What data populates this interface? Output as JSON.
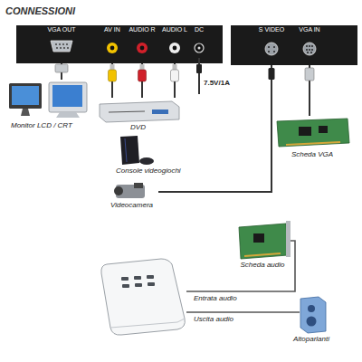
{
  "diagram": {
    "title": "CONNESSIONI",
    "nodes": [
      {
        "text": [
          "VGA OUT"
        ]
      },
      {
        "text": [
          "AV IN"
        ]
      },
      {
        "text": [
          "AUDIO R"
        ]
      },
      {
        "text": [
          "AUDIO L"
        ]
      },
      {
        "text": [
          "DC"
        ]
      },
      {
        "text": [
          "S VIDEO"
        ]
      },
      {
        "text": [
          "VGA IN"
        ]
      },
      {
        "text": [
          "Monitor LCD / CRT"
        ]
      },
      {
        "text": [
          "DVD"
        ]
      },
      {
        "text": [
          "Scheda VGA"
        ]
      },
      {
        "text": [
          "Console videogiochi"
        ]
      },
      {
        "text": [
          "Videocamera"
        ]
      },
      {
        "text": [
          "Scheda audio"
        ]
      },
      {
        "text": [
          "Altoparlanti"
        ]
      }
    ],
    "edges": [
      {
        "from": 0,
        "to": 7,
        "arrow": "none"
      },
      {
        "from": 1,
        "to": 8,
        "arrow": "none"
      },
      {
        "from": 2,
        "to": 8,
        "arrow": "none"
      },
      {
        "from": 3,
        "to": 8,
        "arrow": "none"
      },
      {
        "from": 5,
        "to": 11,
        "arrow": "none"
      },
      {
        "from": 6,
        "to": 9,
        "arrow": "none"
      }
    ],
    "labels": [
      "7.5V/1A",
      "Entrata audio",
      "Uscita audio"
    ]
  }
}
